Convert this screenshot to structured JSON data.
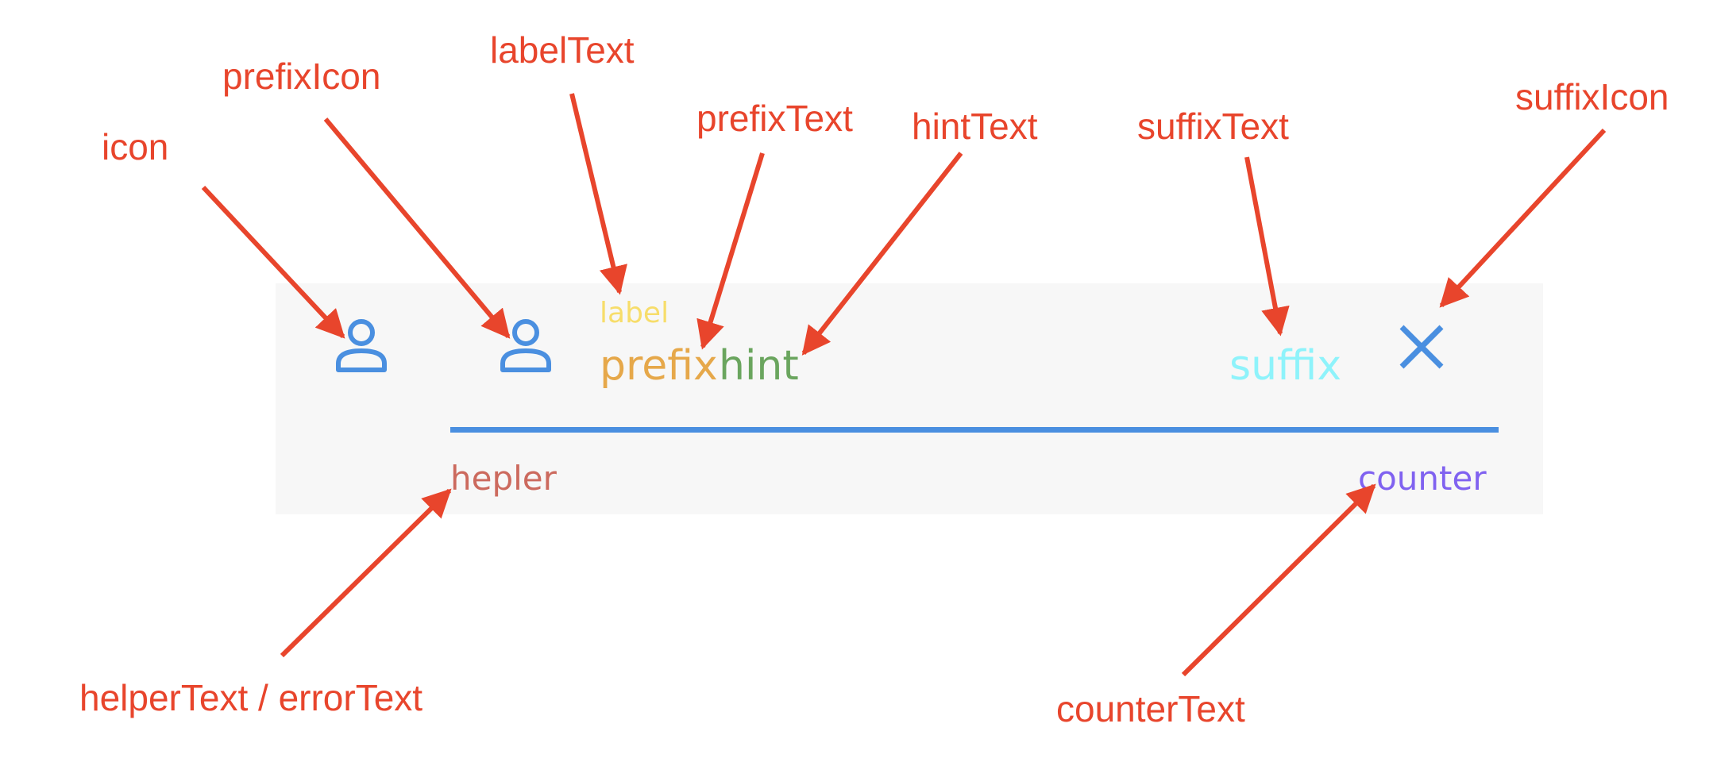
{
  "annotations": {
    "icon": "icon",
    "prefix_icon": "prefixIcon",
    "label_text": "labelText",
    "prefix_text": "prefixText",
    "hint_text": "hintText",
    "suffix_text": "suffixText",
    "suffix_icon": "suffixIcon",
    "helper_error_text": "helperText / errorText",
    "counter_text": "counterText"
  },
  "field": {
    "label": "label",
    "prefix": "prefix",
    "hint": "hint",
    "suffix": "suffix",
    "helper": "hepler",
    "counter": "counter"
  },
  "icons": {
    "icon": "person-icon",
    "prefix_icon": "person-icon",
    "suffix_icon": "close-icon"
  },
  "colors": {
    "annotation": "#e8452c",
    "accent": "#4a8fe0",
    "label": "#f7dd6a",
    "prefix": "#e6a84a",
    "hint": "#6aa55e",
    "suffix": "#8ef3fb",
    "helper": "#cc6a5e",
    "counter": "#8062f0",
    "panel": "#f7f7f7"
  }
}
